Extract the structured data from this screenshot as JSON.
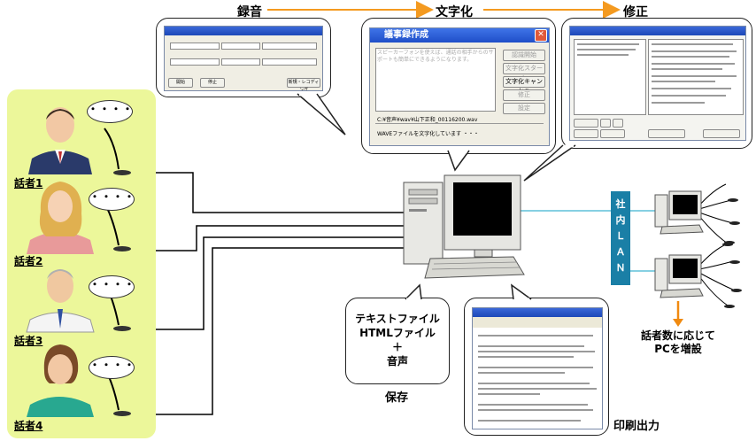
{
  "flow": {
    "step1": "録音",
    "step2": "文字化",
    "step3": "修正"
  },
  "speakers": [
    "話者1",
    "話者2",
    "話者3",
    "話者4"
  ],
  "bubble_text": "・・・・",
  "transcribe_window": {
    "title": "議事録作成",
    "placeholder": "スピーカーフォンを使えば、通話の相手からのサポートも簡単にできるようになります。",
    "buttons": [
      "認識開始",
      "文字化スタート",
      "文字化キャンセル",
      "修正",
      "設定"
    ],
    "file_path": "C:¥音声¥wav¥山下正和_00116200.wav",
    "status": "WAVEファイルを文字化しています ・・・"
  },
  "record_window": {
    "buttons": [
      "開始",
      "停止",
      "新規・レコディング"
    ]
  },
  "save_box": {
    "lines": [
      "テキストファイル",
      "HTMLファイル",
      "＋",
      "音声"
    ],
    "label": "保存"
  },
  "print_label": "印刷出力",
  "lan": {
    "label_chars": [
      "社",
      "内",
      "Ｌ",
      "Ａ",
      "Ｎ"
    ]
  },
  "expand_note": [
    "話者数に応じて",
    "PCを増設"
  ],
  "colors": {
    "speaker_panel": "#ecf79a",
    "flow_arrow": "#f49a20",
    "lan_bar": "#1a7fa6",
    "lan_line": "#5fc0d8",
    "expand_arrow": "#f08a10"
  }
}
